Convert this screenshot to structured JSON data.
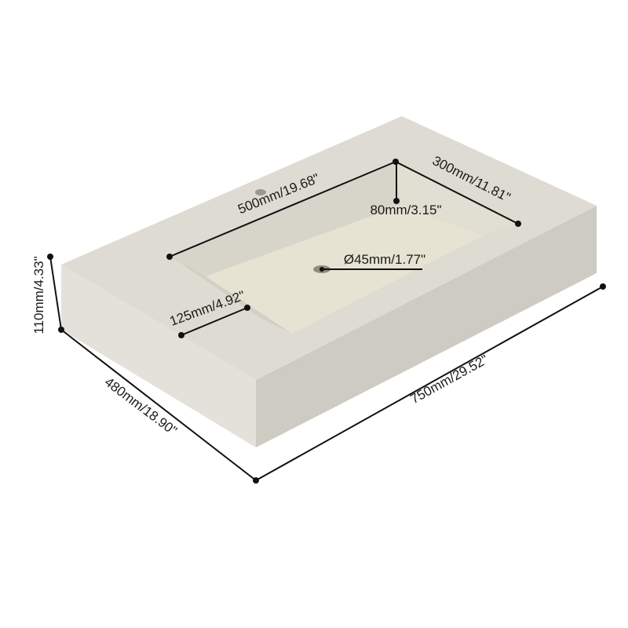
{
  "labels": {
    "height": "110mm/4.33\"",
    "depth": "480mm/18.90\"",
    "width": "750mm/29.52\"",
    "basin_length": "500mm/19.68\"",
    "basin_width": "300mm/11.81\"",
    "basin_depth": "80mm/3.15\"",
    "drain": "Ø45mm/1.77\"",
    "side_margin": "125mm/4.92\""
  },
  "colors": {
    "top": "#dedbd3",
    "front": "#cecbc3",
    "left": "#e4e1da",
    "basin_floor": "#e6e3d3",
    "basin_wall_back": "#d7d4ca",
    "basin_wall_left": "#d2cfc5",
    "basin_wall_right": "#e1ded2",
    "lines": "#111111"
  }
}
